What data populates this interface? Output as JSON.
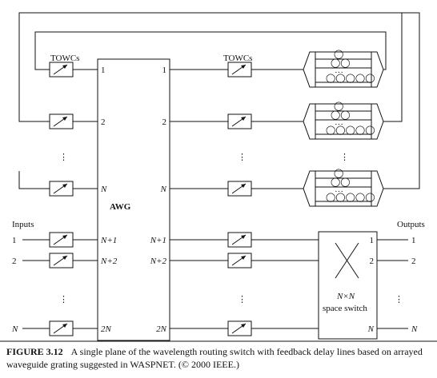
{
  "labels": {
    "towcs_left": "TOWCs",
    "towcs_right": "TOWCs",
    "awg": "AWG",
    "inputs": "Inputs",
    "outputs": "Outputs",
    "space_switch_line1": "N×N",
    "space_switch_line2": "space switch",
    "dots": "⋮"
  },
  "ports": {
    "awg_left": [
      "1",
      "2",
      "N",
      "N+1",
      "N+2",
      "2N"
    ],
    "awg_right": [
      "1",
      "2",
      "N",
      "N+1",
      "N+2",
      "2N"
    ],
    "inputs": [
      "1",
      "2",
      "N"
    ],
    "switch_out": [
      "1",
      "2",
      "N"
    ],
    "outputs": [
      "1",
      "2",
      "N"
    ]
  },
  "delay_lines": {
    "coils": [
      "◯",
      "◯◯",
      "◯◯◯◯◯"
    ],
    "dots": "···"
  },
  "caption": {
    "figure": "FIGURE 3.12",
    "text": "A single plane of the wavelength routing switch with feedback delay lines based on arrayed waveguide grating suggested in WASPNET. (© 2000 IEEE.)"
  }
}
